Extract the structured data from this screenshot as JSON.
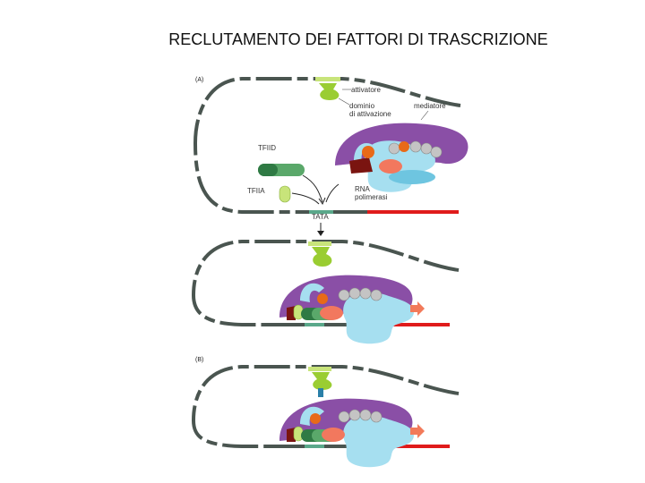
{
  "title": "RECLUTAMENTO DEI FATTORI DI TRASCRIZIONE",
  "panels": {
    "a": "(A)",
    "b": "(B)"
  },
  "labels": {
    "activator": "attivatore",
    "activation_domain_1": "dominio",
    "activation_domain_2": "di attivazione",
    "mediator": "mediatore",
    "tfiid": "TFIID",
    "tfiia": "TFIIA",
    "rna_pol_1": "RNA",
    "rna_pol_2": "polimerasi",
    "tata": "TATA"
  },
  "colors": {
    "dna": "#4a5550",
    "activator": "#9acd32",
    "mediator": "#8a4fa6",
    "polymerase": "#a6dff0",
    "polymerase_dark": "#6ec5e0",
    "tfiid": "#5aa86a",
    "tfiid_dark": "#2f7a44",
    "tfiia": "#c8e47a",
    "orange": "#e86a18",
    "salmon": "#f2785e",
    "maroon": "#7a1410",
    "grey_ball": "#c4c4c4",
    "transcript": "#e01b1b",
    "arrow": "#f27a5a"
  }
}
